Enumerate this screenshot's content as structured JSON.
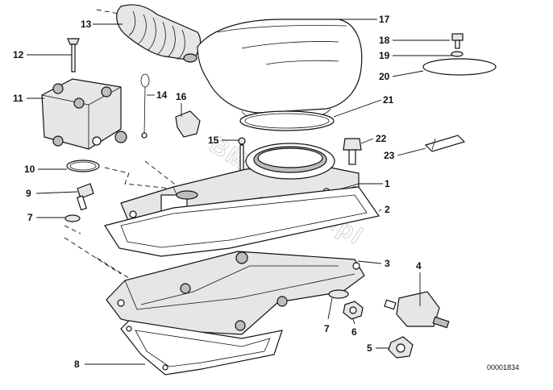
{
  "watermark": "BMW-Store.pl",
  "drawing_id": "00001834",
  "callouts": [
    "13",
    "17",
    "18",
    "19",
    "20",
    "12",
    "11",
    "14",
    "16",
    "21",
    "15",
    "22",
    "23",
    "10",
    "9",
    "1",
    "7",
    "2",
    "3",
    "4",
    "7",
    "6",
    "5",
    "8"
  ]
}
